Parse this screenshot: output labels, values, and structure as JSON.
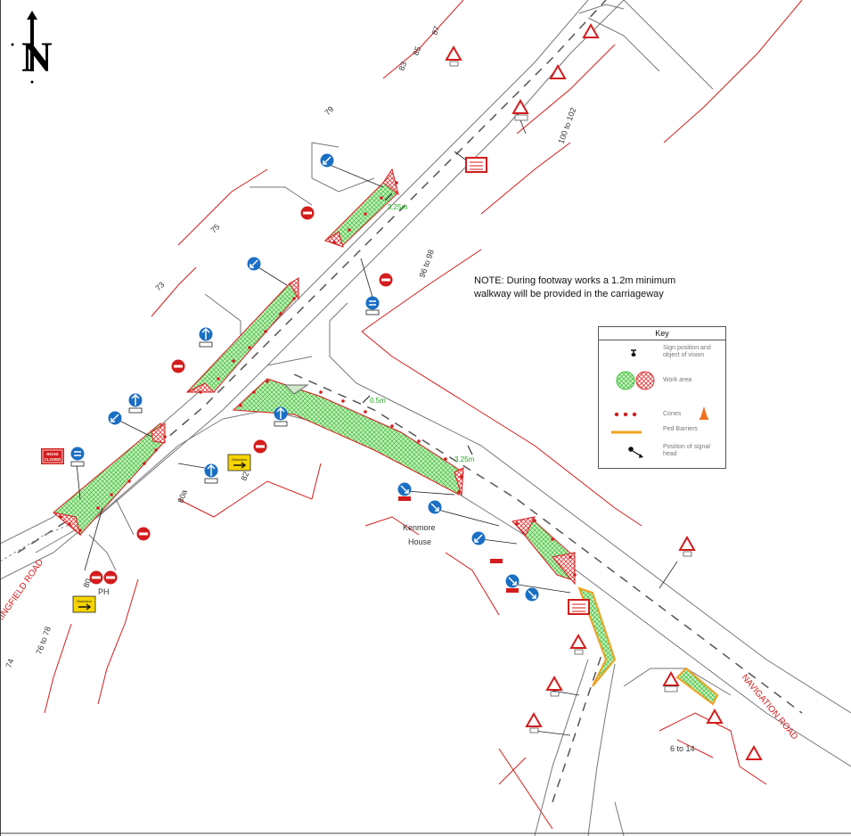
{
  "north_label": "N",
  "note": {
    "line1": "NOTE: During  footway works a 1.2m minimum",
    "line2": "walkway will be provided in the carriageway"
  },
  "key": {
    "title": "Key",
    "rows": [
      {
        "symbol": "sign-position-icon",
        "text": "Sign position and object of vision"
      },
      {
        "symbol": "work-area-icon",
        "text": "Work area"
      },
      {
        "symbol": "cones-icon",
        "text": "Cones"
      },
      {
        "symbol": "ped-barrier-icon",
        "text": "Ped Barriers"
      },
      {
        "symbol": "signal-head-icon",
        "text": "Position of signal head"
      }
    ]
  },
  "road_names": {
    "springfield": "RINGFIELD ROAD",
    "navigation": "NAVIGATION ROAD"
  },
  "property_labels": {
    "p87": "87",
    "p85": "85",
    "p83": "83",
    "p79": "79",
    "p75": "75",
    "p73": "73",
    "p100_102": "100 to 102",
    "p96_98": "96 to 98",
    "p82": "82",
    "p80a": "80a",
    "p80": "80",
    "p76_78": "76 to 78",
    "p74": "74",
    "ph": "PH",
    "kenmore1": "Kenmore",
    "kenmore2": "House",
    "p6_14": "6 to 14"
  },
  "dimensions": {
    "d1": "3.25m",
    "d2": "0.5m",
    "d3": "3.25m"
  },
  "signs": {
    "road_closed_line1": "ROAD",
    "road_closed_line2": "CLOSED",
    "diversion": "Diversion"
  },
  "colors": {
    "road_line": "#777777",
    "property_line": "#d41c1c",
    "work_green": "#4ccc44",
    "work_red": "#e03030",
    "barrier": "#f0a020",
    "sign_blue": "#1a6fc4",
    "diversion_yellow": "#f5d400"
  }
}
